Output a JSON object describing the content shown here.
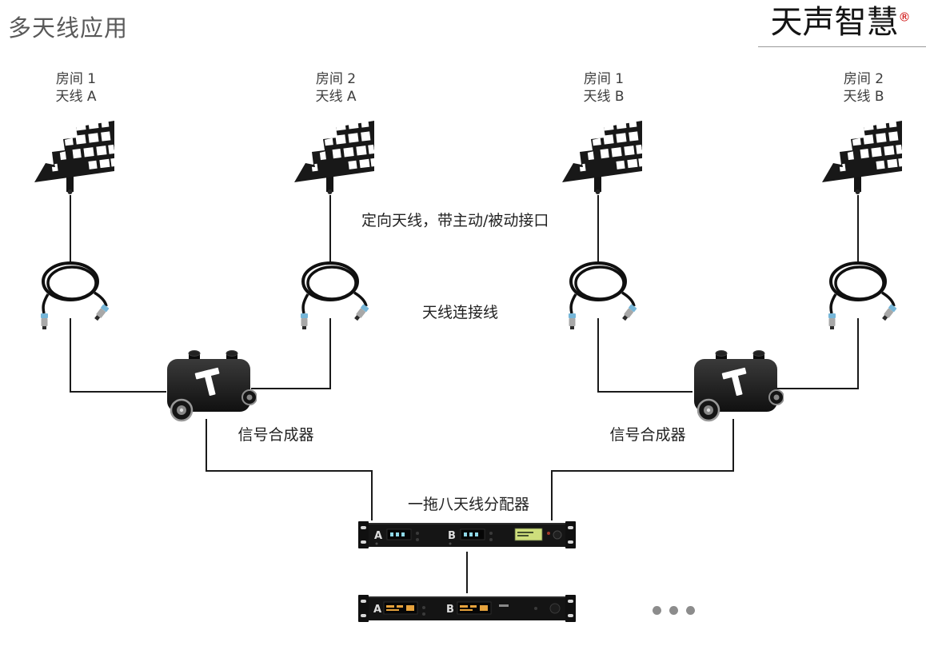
{
  "header": {
    "title": "多天线应用",
    "brand": "天声智慧",
    "registered_mark": "®"
  },
  "antennas": [
    {
      "room": "房间 1",
      "channel": "天线 A"
    },
    {
      "room": "房间 2",
      "channel": "天线 A"
    },
    {
      "room": "房间 1",
      "channel": "天线 B"
    },
    {
      "room": "房间 2",
      "channel": "天线 B"
    }
  ],
  "annotations": {
    "directional_note": "定向天线，带主动/被动接口",
    "cable_note": "天线连接线",
    "combiner_left": "信号合成器",
    "combiner_right": "信号合成器",
    "distributor": "一拖八天线分配器"
  },
  "devices": {
    "rack_a_label": "A",
    "rack_b_label": "B"
  },
  "colors": {
    "line": "#1a1a1a",
    "title_gray": "#595959",
    "registered_red": "#cc0000",
    "connector_blue": "#76b6d8",
    "display_yellow": "#cede7c",
    "display_amber": "#e6a23c"
  }
}
